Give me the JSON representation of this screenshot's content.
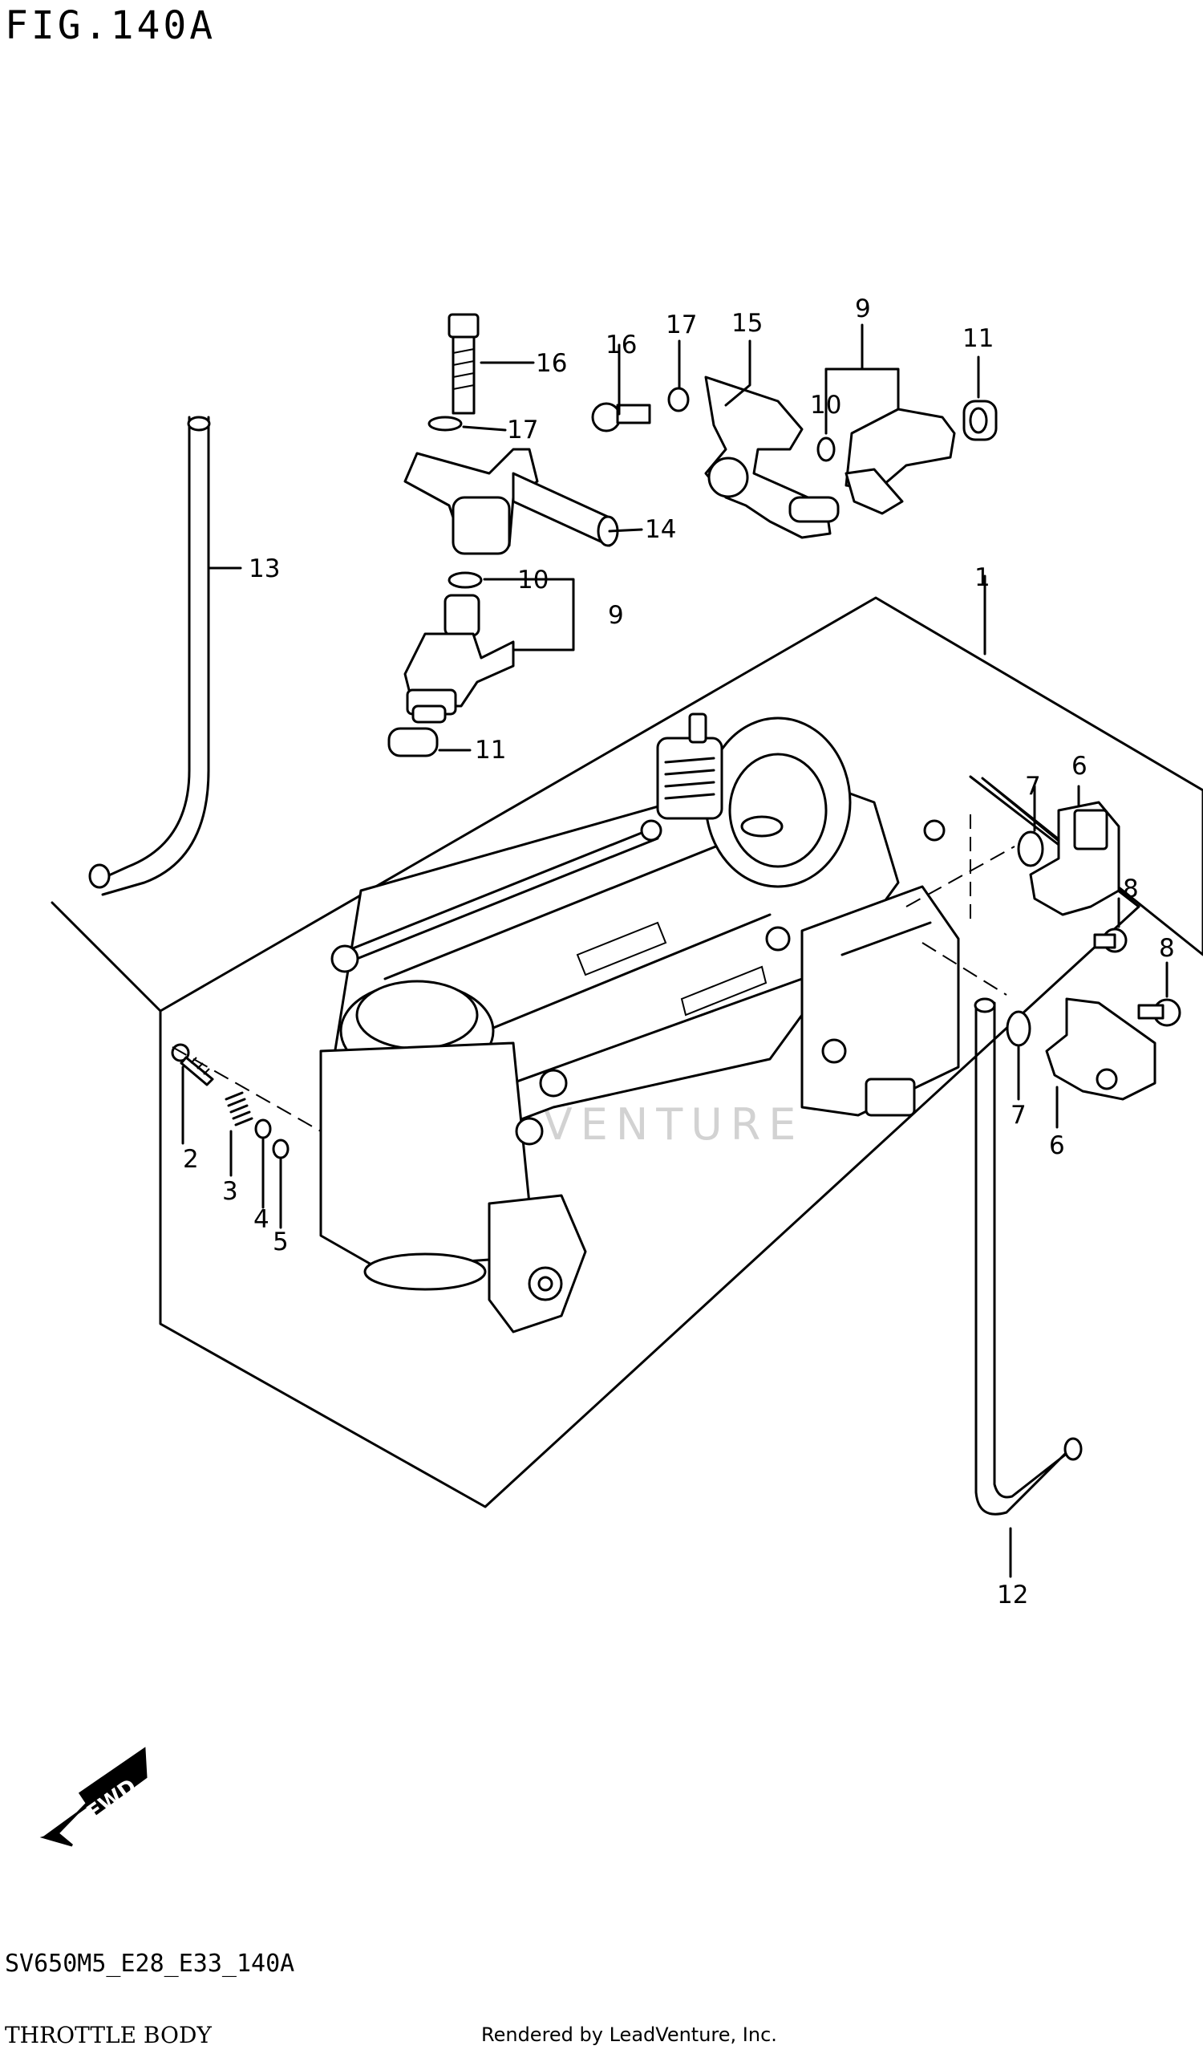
{
  "header": {
    "figure_label": "FIG.140A"
  },
  "footer": {
    "model_code": "SV650M5_E28_E33_140A",
    "section_name": "THROTTLE BODY",
    "render_credit": "Rendered by LeadVenture, Inc."
  },
  "watermark": {
    "text": "LEADVENTURE"
  },
  "fwd_arrow": {
    "label": "FWD"
  },
  "callouts": {
    "c1": "1",
    "c2": "2",
    "c3": "3",
    "c4": "4",
    "c5": "5",
    "c6a": "6",
    "c6b": "6",
    "c7a": "7",
    "c7b": "7",
    "c8a": "8",
    "c8b": "8",
    "c9a": "9",
    "c9b": "9",
    "c10a": "10",
    "c10b": "10",
    "c11a": "11",
    "c11b": "11",
    "c12": "12",
    "c13": "13",
    "c14": "14",
    "c15": "15",
    "c16a": "16",
    "c16b": "16",
    "c17a": "17",
    "c17b": "17"
  },
  "colors": {
    "line": "#000000",
    "watermark": "#d2d2d2"
  }
}
